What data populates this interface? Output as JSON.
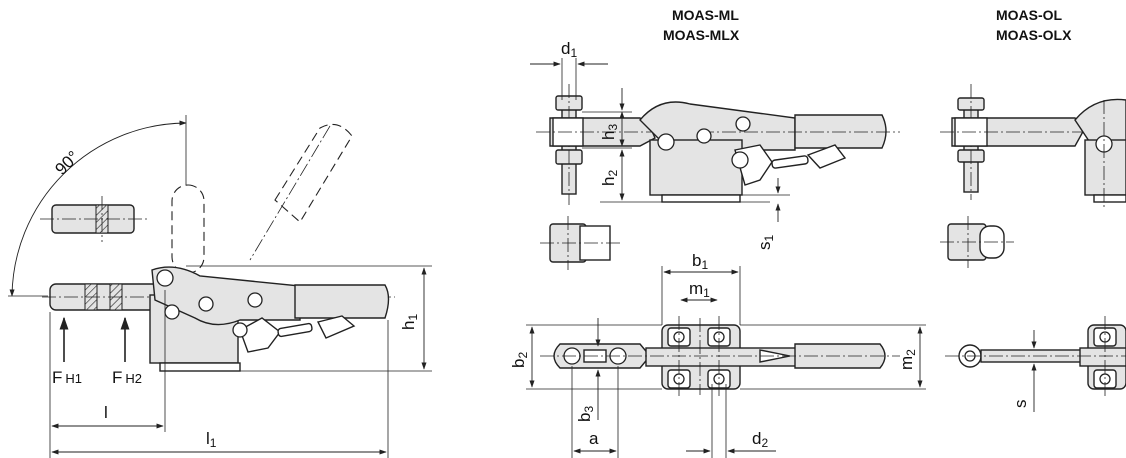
{
  "titles": {
    "ml_line1": "MOAS-ML",
    "ml_line2": "MOAS-MLX",
    "ol_line1": "MOAS-OL",
    "ol_line2": "MOAS-OLX"
  },
  "labels": {
    "angle": "90°",
    "force1_base": "F",
    "force1_sub": "H1",
    "force2_base": "F",
    "force2_sub": "H2",
    "l": "l",
    "l1_base": "l",
    "l1_sub": "1",
    "h1_base": "h",
    "h1_sub": "1",
    "d1_base": "d",
    "d1_sub": "1",
    "h3_base": "h",
    "h3_sub": "3",
    "h2_base": "h",
    "h2_sub": "2",
    "s1_base": "s",
    "s1_sub": "1",
    "b1_base": "b",
    "b1_sub": "1",
    "m1_base": "m",
    "m1_sub": "1",
    "b2_base": "b",
    "b2_sub": "2",
    "b3_base": "b",
    "b3_sub": "3",
    "m2_base": "m",
    "m2_sub": "2",
    "a": "a",
    "d2_base": "d",
    "d2_sub": "2",
    "s": "s"
  }
}
